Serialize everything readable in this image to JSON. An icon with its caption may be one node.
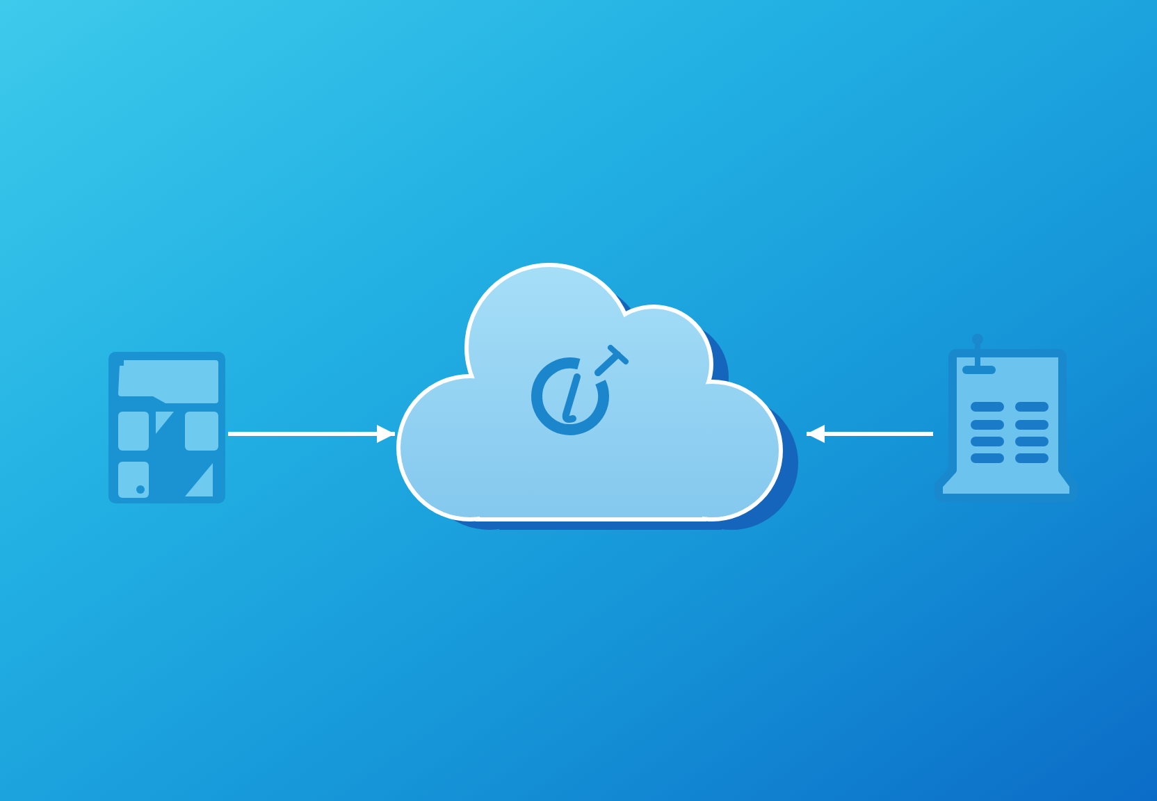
{
  "diagram": {
    "nodes": [
      {
        "text": [],
        "shape": "picture"
      },
      {
        "text": [],
        "shape": "cloud"
      },
      {
        "text": [],
        "shape": "picture"
      }
    ],
    "edges": [
      {
        "from": 0,
        "to": 1,
        "arrow": "to"
      },
      {
        "from": 2,
        "to": 1,
        "arrow": "to"
      }
    ]
  }
}
